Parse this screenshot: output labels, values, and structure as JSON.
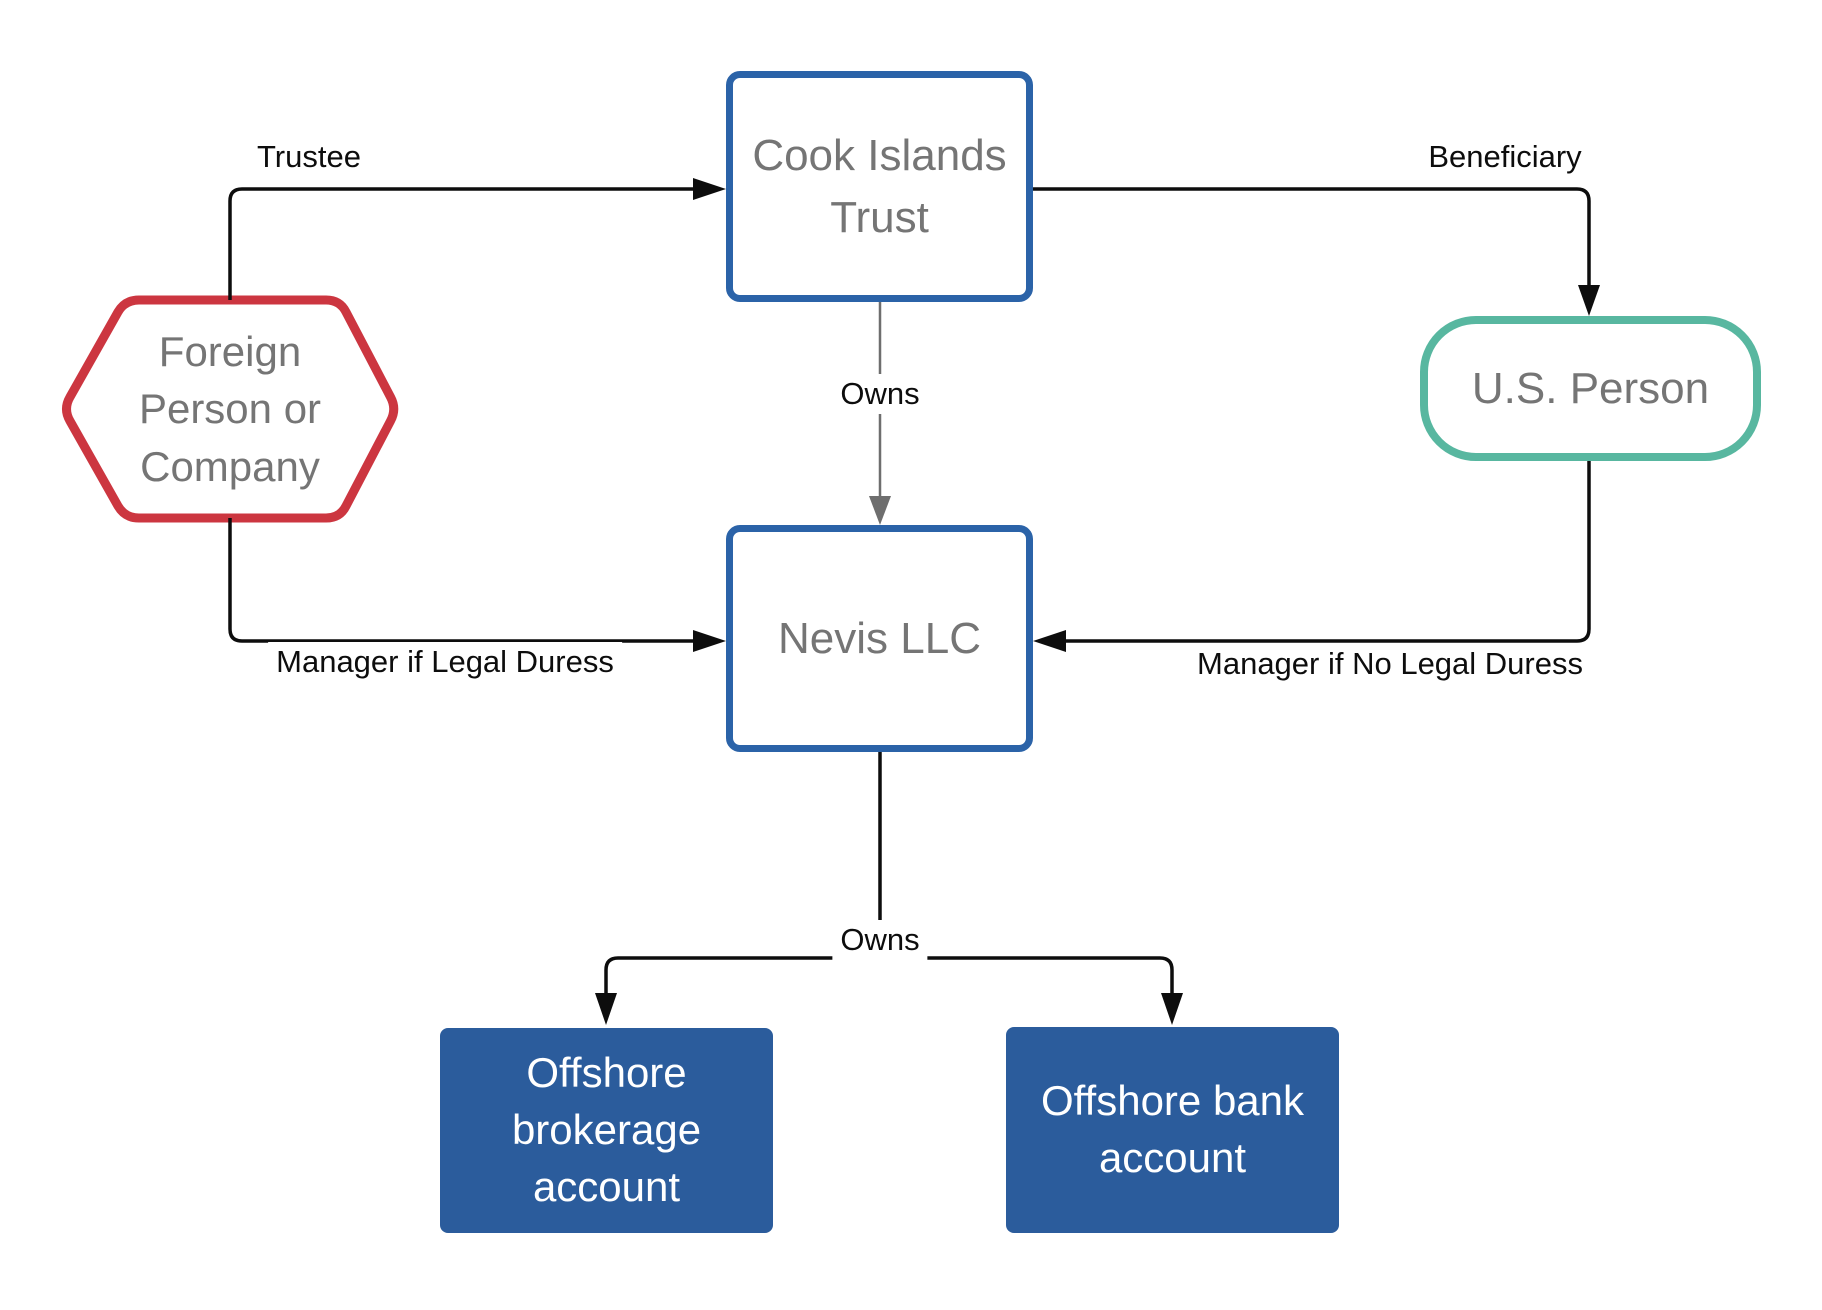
{
  "diagram": {
    "type": "flowchart",
    "background": "#ffffff",
    "nodes": {
      "cook_islands_trust": {
        "label": "Cook Islands Trust",
        "shape": "rectangle-outline",
        "border_color": "#2b63a8",
        "text_color": "#757575"
      },
      "foreign_person": {
        "label": "Foreign Person or Company",
        "shape": "hexagon",
        "border_color": "#cc3640",
        "text_color": "#757575"
      },
      "us_person": {
        "label": "U.S. Person",
        "shape": "rounded-pill",
        "border_color": "#58b7a0",
        "text_color": "#757575"
      },
      "nevis_llc": {
        "label": "Nevis LLC",
        "shape": "rectangle-outline",
        "border_color": "#2b63a8",
        "text_color": "#757575"
      },
      "offshore_brokerage": {
        "label": "Offshore brokerage account",
        "shape": "rectangle-filled",
        "fill_color": "#2b5c9c",
        "text_color": "#ffffff"
      },
      "offshore_bank": {
        "label": "Offshore bank account",
        "shape": "rectangle-filled",
        "fill_color": "#2b5c9c",
        "text_color": "#ffffff"
      }
    },
    "edges": {
      "trustee": {
        "label": "Trustee",
        "from": "foreign_person",
        "to": "cook_islands_trust",
        "color": "#0d0d0d"
      },
      "beneficiary": {
        "label": "Beneficiary",
        "from": "cook_islands_trust",
        "to": "us_person",
        "color": "#0d0d0d"
      },
      "owns_trust_llc": {
        "label": "Owns",
        "from": "cook_islands_trust",
        "to": "nevis_llc",
        "color": "#6e6e6e"
      },
      "manager_legal_duress": {
        "label": "Manager if Legal Duress",
        "from": "foreign_person",
        "to": "nevis_llc",
        "color": "#0d0d0d"
      },
      "manager_no_legal_duress": {
        "label": "Manager if No Legal Duress",
        "from": "us_person",
        "to": "nevis_llc",
        "color": "#0d0d0d"
      },
      "owns_llc_accounts": {
        "label": "Owns",
        "from": "nevis_llc",
        "to": "offshore_brokerage,offshore_bank",
        "color": "#0d0d0d"
      }
    }
  }
}
